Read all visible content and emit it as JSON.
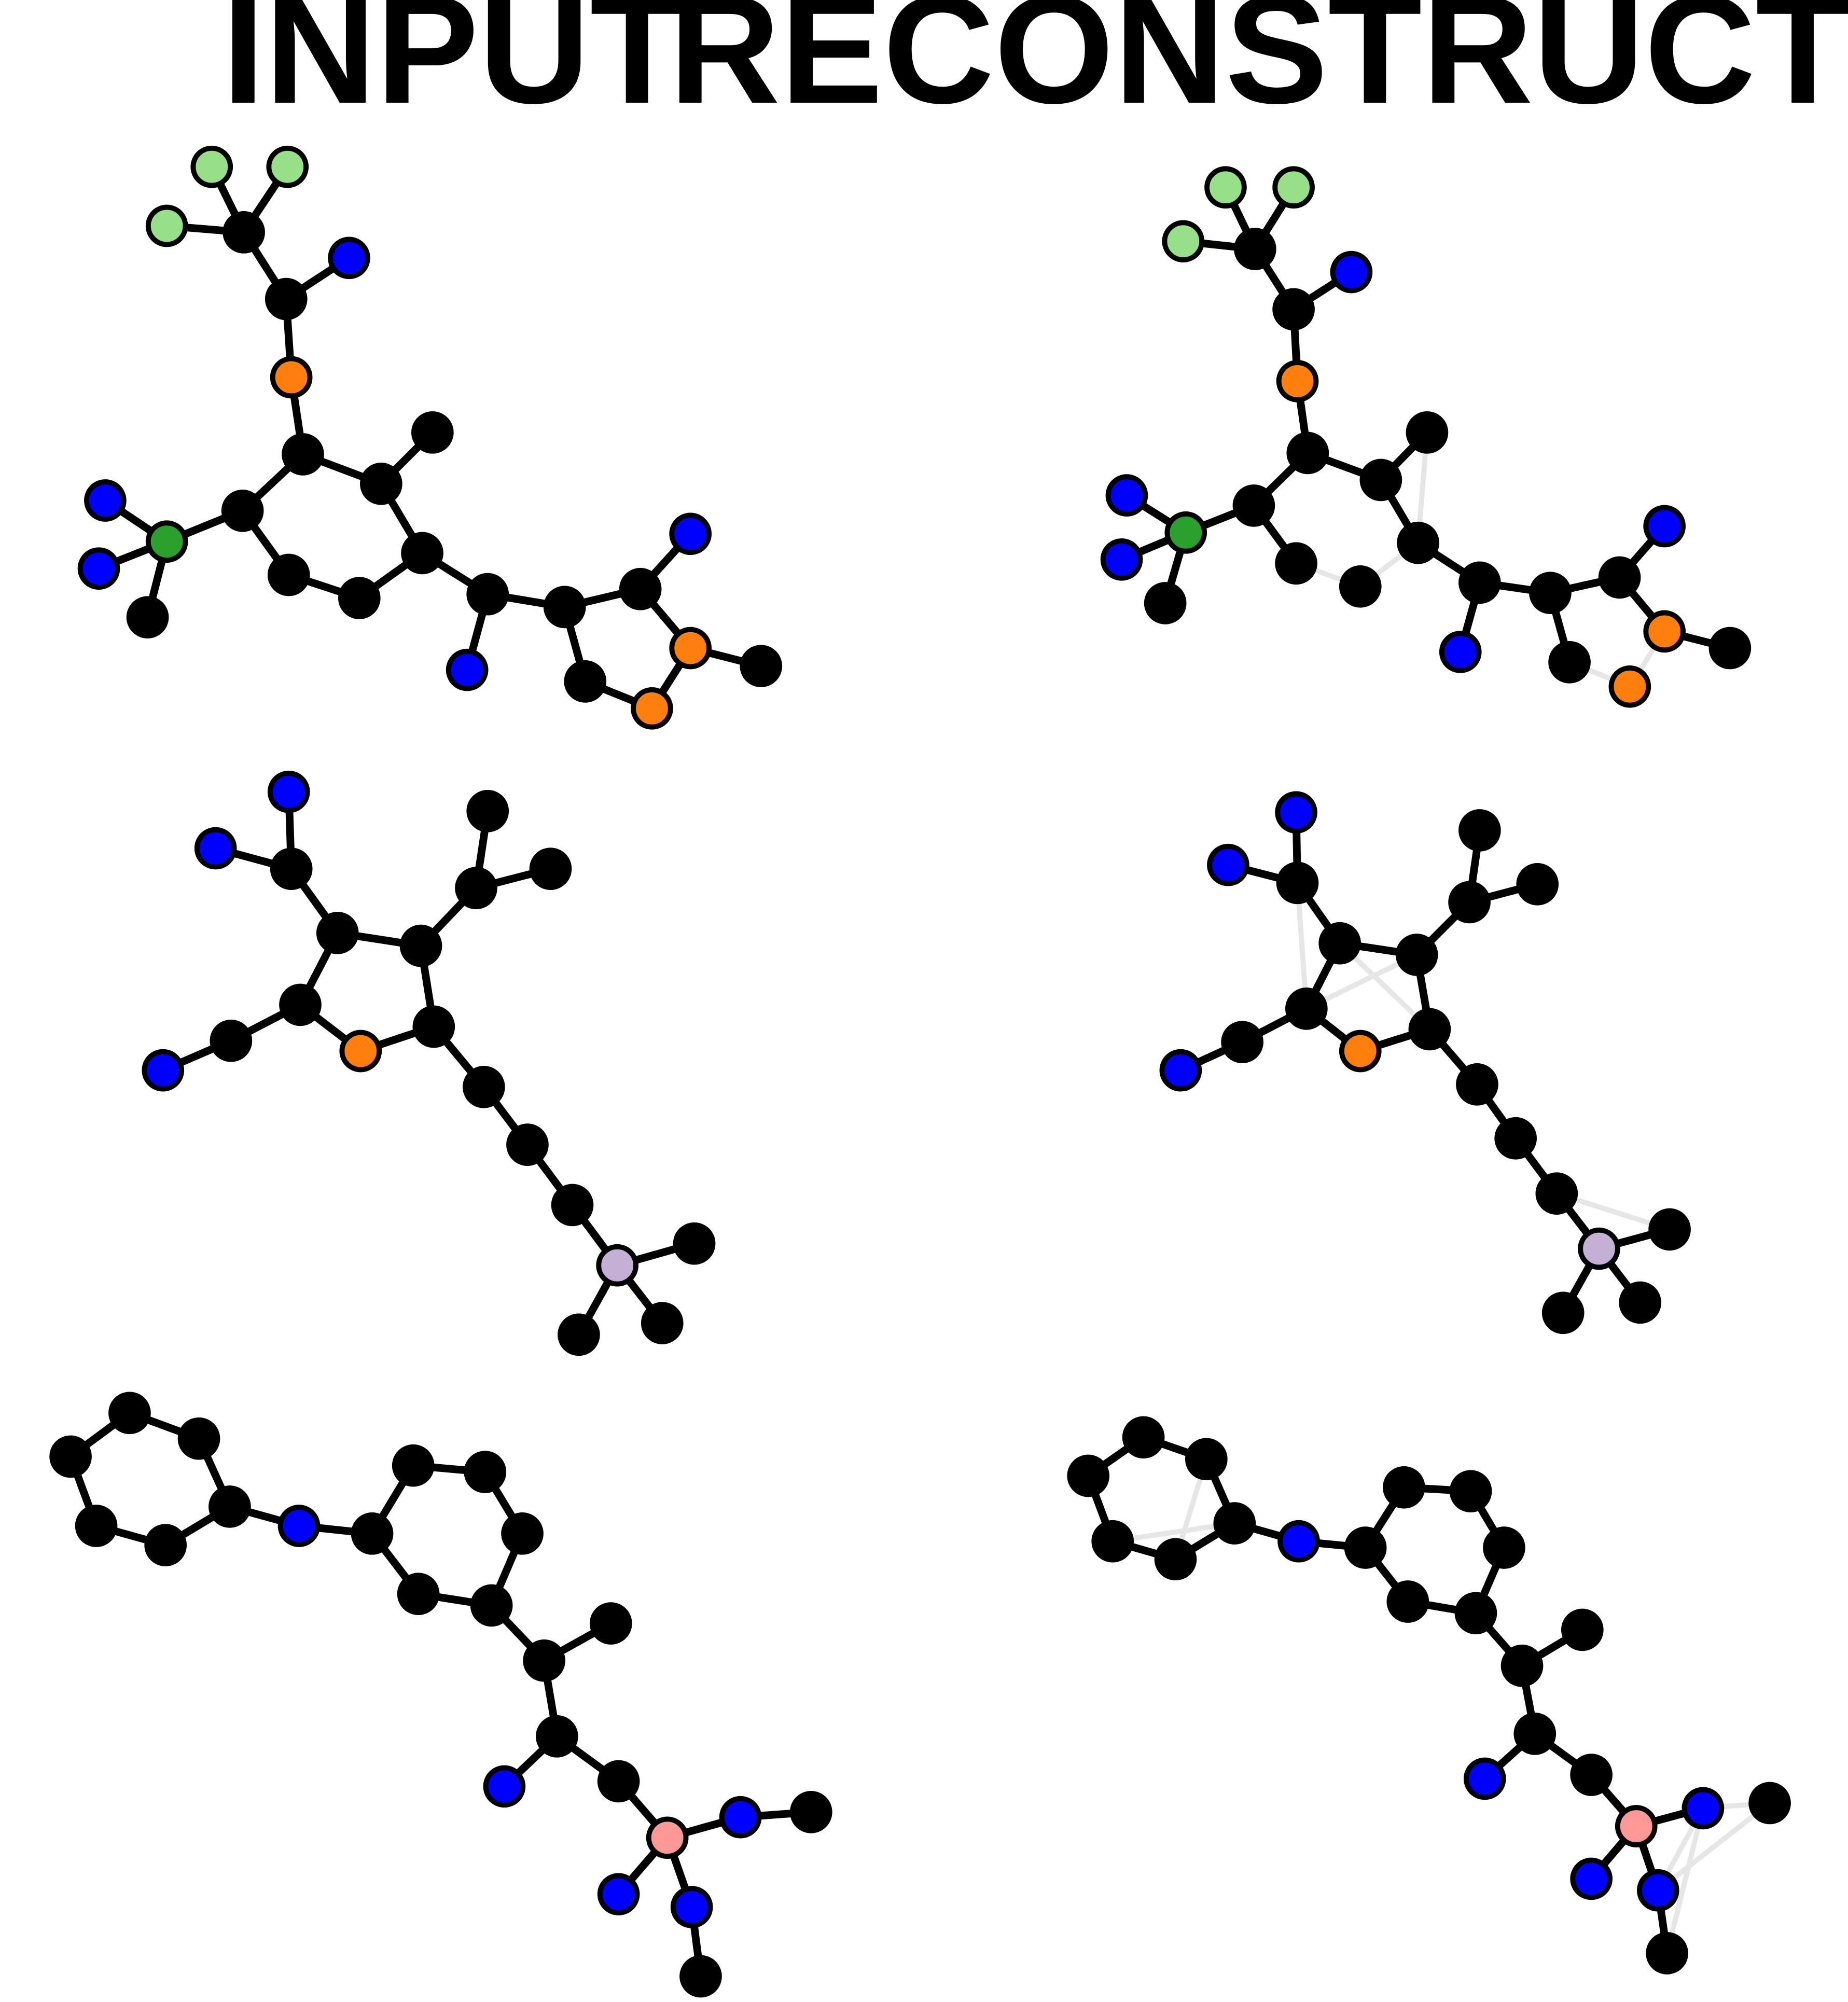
{
  "titles": {
    "input": "INPUT",
    "reconstruction": "RECONSTRUCTION"
  },
  "colors": {
    "C": "#000000",
    "N": "#0000ff",
    "O": "#ff7f0e",
    "F": "#98df8a",
    "Cl": "#2ca02c",
    "Si": "#c5b0d5",
    "P": "#ff9896",
    "bond": "#000000",
    "ghost_bond": "#e6e6e6",
    "background": "#ffffff"
  },
  "molecules": [
    {
      "id": "mol1",
      "atoms": [
        [
          "F",
          165,
          130
        ],
        [
          "F",
          224,
          130
        ],
        [
          "F",
          130,
          176
        ],
        [
          "C",
          190,
          181
        ],
        [
          "N",
          272,
          201
        ],
        [
          "C",
          223,
          233
        ],
        [
          "O",
          227,
          294
        ],
        [
          "C",
          236,
          354
        ],
        [
          "C",
          337,
          337
        ],
        [
          "C",
          297,
          377
        ],
        [
          "N",
          82,
          390
        ],
        [
          "C",
          189,
          398
        ],
        [
          "Cl",
          130,
          422
        ],
        [
          "N",
          77,
          443
        ],
        [
          "C",
          329,
          431
        ],
        [
          "C",
          225,
          448
        ],
        [
          "C",
          280,
          466
        ],
        [
          "C",
          115,
          481
        ],
        [
          "C",
          380,
          463
        ],
        [
          "C",
          440,
          473
        ],
        [
          "N",
          364,
          522
        ],
        [
          "C",
          499,
          459
        ],
        [
          "N",
          538,
          416
        ],
        [
          "O",
          538,
          505
        ],
        [
          "C",
          593,
          519
        ],
        [
          "C",
          456,
          531
        ],
        [
          "O",
          508,
          552
        ]
      ],
      "bonds": [
        [
          0,
          3
        ],
        [
          1,
          3
        ],
        [
          2,
          3
        ],
        [
          3,
          5
        ],
        [
          4,
          5
        ],
        [
          5,
          6
        ],
        [
          6,
          7
        ],
        [
          7,
          9
        ],
        [
          9,
          8
        ],
        [
          9,
          14
        ],
        [
          7,
          11
        ],
        [
          11,
          12
        ],
        [
          12,
          10
        ],
        [
          12,
          13
        ],
        [
          12,
          17
        ],
        [
          11,
          15
        ],
        [
          15,
          16
        ],
        [
          16,
          14
        ],
        [
          14,
          18
        ],
        [
          18,
          20
        ],
        [
          18,
          19
        ],
        [
          19,
          21
        ],
        [
          21,
          22
        ],
        [
          21,
          23
        ],
        [
          23,
          24
        ],
        [
          23,
          26
        ],
        [
          26,
          25
        ],
        [
          25,
          19
        ]
      ],
      "recon": {
        "atoms": [
          [
            "F",
            955,
            146
          ],
          [
            "F",
            1008,
            146
          ],
          [
            "F",
            922,
            188
          ],
          [
            "C",
            978,
            194
          ],
          [
            "N",
            1053,
            212
          ],
          [
            "C",
            1008,
            241
          ],
          [
            "O",
            1011,
            297
          ],
          [
            "C",
            1019,
            353
          ],
          [
            "C",
            1112,
            337
          ],
          [
            "C",
            1076,
            374
          ],
          [
            "N",
            878,
            386
          ],
          [
            "C",
            977,
            394
          ],
          [
            "Cl",
            924,
            415
          ],
          [
            "N",
            874,
            436
          ],
          [
            "C",
            1105,
            423
          ],
          [
            "C",
            1010,
            439
          ],
          [
            "C",
            1060,
            457
          ],
          [
            "C",
            908,
            470
          ],
          [
            "C",
            1153,
            454
          ],
          [
            "C",
            1208,
            462
          ],
          [
            "N",
            1138,
            508
          ],
          [
            "C",
            1262,
            450
          ],
          [
            "N",
            1297,
            410
          ],
          [
            "O",
            1297,
            492
          ],
          [
            "C",
            1348,
            505
          ],
          [
            "C",
            1223,
            516
          ],
          [
            "O",
            1270,
            535
          ]
        ],
        "bonds": [
          [
            0,
            3
          ],
          [
            1,
            3
          ],
          [
            2,
            3
          ],
          [
            3,
            5
          ],
          [
            4,
            5
          ],
          [
            5,
            6
          ],
          [
            6,
            7
          ],
          [
            7,
            9
          ],
          [
            9,
            8
          ],
          [
            9,
            14
          ],
          [
            7,
            11
          ],
          [
            11,
            12
          ],
          [
            12,
            10
          ],
          [
            12,
            13
          ],
          [
            12,
            17
          ],
          [
            11,
            15
          ],
          [
            14,
            18
          ],
          [
            18,
            20
          ],
          [
            18,
            19
          ],
          [
            19,
            21
          ],
          [
            21,
            22
          ],
          [
            21,
            23
          ],
          [
            23,
            24
          ],
          [
            25,
            19
          ]
        ],
        "ghost_bonds": [
          [
            15,
            16
          ],
          [
            16,
            14
          ],
          [
            23,
            26
          ],
          [
            26,
            25
          ],
          [
            9,
            14
          ],
          [
            8,
            14
          ],
          [
            5,
            7
          ]
        ]
      }
    },
    {
      "id": "mol2",
      "atoms": [
        [
          "N",
          225,
          617
        ],
        [
          "C",
          380,
          632
        ],
        [
          "N",
          168,
          661
        ],
        [
          "C",
          227,
          677
        ],
        [
          "C",
          429,
          677
        ],
        [
          "C",
          371,
          692
        ],
        [
          "C",
          263,
          727
        ],
        [
          "C",
          328,
          737
        ],
        [
          "C",
          234,
          783
        ],
        [
          "C",
          338,
          800
        ],
        [
          "C",
          180,
          811
        ],
        [
          "O",
          281,
          819
        ],
        [
          "N",
          127,
          834
        ],
        [
          "C",
          377,
          847
        ],
        [
          "C",
          411,
          892
        ],
        [
          "C",
          446,
          939
        ],
        [
          "Si",
          481,
          986
        ],
        [
          "C",
          541,
          969
        ],
        [
          "C",
          516,
          1031
        ],
        [
          "C",
          451,
          1040
        ]
      ],
      "bonds": [
        [
          0,
          3
        ],
        [
          2,
          3
        ],
        [
          3,
          6
        ],
        [
          6,
          7
        ],
        [
          7,
          5
        ],
        [
          5,
          1
        ],
        [
          5,
          4
        ],
        [
          6,
          8
        ],
        [
          8,
          11
        ],
        [
          11,
          9
        ],
        [
          9,
          7
        ],
        [
          8,
          10
        ],
        [
          10,
          12
        ],
        [
          9,
          13
        ],
        [
          13,
          14
        ],
        [
          14,
          15
        ],
        [
          15,
          16
        ],
        [
          16,
          17
        ],
        [
          16,
          18
        ],
        [
          16,
          19
        ]
      ],
      "recon": {
        "atoms": [
          [
            "N",
            1010,
            633
          ],
          [
            "C",
            1153,
            647
          ],
          [
            "N",
            957,
            674
          ],
          [
            "C",
            1011,
            688
          ],
          [
            "C",
            1198,
            689
          ],
          [
            "C",
            1145,
            703
          ],
          [
            "C",
            1044,
            735
          ],
          [
            "C",
            1104,
            744
          ],
          [
            "C",
            1018,
            786
          ],
          [
            "C",
            1114,
            802
          ],
          [
            "C",
            968,
            812
          ],
          [
            "O",
            1060,
            819
          ],
          [
            "N",
            920,
            834
          ],
          [
            "C",
            1151,
            845
          ],
          [
            "C",
            1181,
            887
          ],
          [
            "C",
            1213,
            930
          ],
          [
            "Si",
            1246,
            973
          ],
          [
            "C",
            1301,
            958
          ],
          [
            "C",
            1278,
            1015
          ],
          [
            "C",
            1218,
            1023
          ]
        ],
        "bonds": [
          [
            0,
            3
          ],
          [
            2,
            3
          ],
          [
            3,
            6
          ],
          [
            6,
            7
          ],
          [
            7,
            5
          ],
          [
            5,
            1
          ],
          [
            5,
            4
          ],
          [
            6,
            8
          ],
          [
            8,
            11
          ],
          [
            11,
            9
          ],
          [
            9,
            7
          ],
          [
            8,
            10
          ],
          [
            10,
            12
          ],
          [
            9,
            13
          ],
          [
            13,
            14
          ],
          [
            14,
            15
          ],
          [
            15,
            16
          ],
          [
            16,
            17
          ],
          [
            16,
            18
          ],
          [
            16,
            19
          ]
        ],
        "ghost_bonds": [
          [
            3,
            8
          ],
          [
            6,
            9
          ],
          [
            8,
            7
          ],
          [
            15,
            17
          ],
          [
            14,
            16
          ]
        ]
      }
    },
    {
      "id": "mol3",
      "atoms": [
        [
          "C",
          101,
          1101
        ],
        [
          "C",
          155,
          1121
        ],
        [
          "C",
          55,
          1135
        ],
        [
          "C",
          322,
          1142
        ],
        [
          "C",
          378,
          1147
        ],
        [
          "C",
          179,
          1174
        ],
        [
          "N",
          233,
          1189
        ],
        [
          "C",
          75,
          1189
        ],
        [
          "C",
          290,
          1195
        ],
        [
          "C",
          407,
          1195
        ],
        [
          "C",
          129,
          1204
        ],
        [
          "C",
          326,
          1242
        ],
        [
          "C",
          383,
          1251
        ],
        [
          "C",
          476,
          1265
        ],
        [
          "C",
          424,
          1294
        ],
        [
          "C",
          434,
          1353
        ],
        [
          "C",
          482,
          1388
        ],
        [
          "N",
          393,
          1392
        ],
        [
          "C",
          632,
          1412
        ],
        [
          "N",
          577,
          1416
        ],
        [
          "P",
          520,
          1432
        ],
        [
          "N",
          482,
          1476
        ],
        [
          "N",
          539,
          1486
        ],
        [
          "C",
          546,
          1540
        ]
      ],
      "bonds": [
        [
          0,
          1
        ],
        [
          1,
          5
        ],
        [
          0,
          2
        ],
        [
          2,
          7
        ],
        [
          7,
          10
        ],
        [
          10,
          5
        ],
        [
          5,
          6
        ],
        [
          6,
          8
        ],
        [
          8,
          3
        ],
        [
          3,
          4
        ],
        [
          4,
          9
        ],
        [
          9,
          12
        ],
        [
          12,
          11
        ],
        [
          11,
          8
        ],
        [
          12,
          14
        ],
        [
          14,
          13
        ],
        [
          14,
          15
        ],
        [
          15,
          17
        ],
        [
          15,
          16
        ],
        [
          16,
          20
        ],
        [
          20,
          19
        ],
        [
          19,
          18
        ],
        [
          20,
          21
        ],
        [
          20,
          22
        ],
        [
          22,
          23
        ]
      ],
      "recon": {
        "atoms": [
          [
            "C",
            891,
            1120
          ],
          [
            "C",
            940,
            1137
          ],
          [
            "C",
            848,
            1150
          ],
          [
            "C",
            1094,
            1159
          ],
          [
            "C",
            1146,
            1162
          ],
          [
            "C",
            962,
            1187
          ],
          [
            "N",
            1012,
            1201
          ],
          [
            "C",
            867,
            1201
          ],
          [
            "C",
            1064,
            1206
          ],
          [
            "C",
            1172,
            1206
          ],
          [
            "C",
            916,
            1215
          ],
          [
            "C",
            1097,
            1248
          ],
          [
            "C",
            1150,
            1257
          ],
          [
            "C",
            1233,
            1270
          ],
          [
            "C",
            1186,
            1298
          ],
          [
            "C",
            1196,
            1351
          ],
          [
            "C",
            1240,
            1383
          ],
          [
            "N",
            1157,
            1386
          ],
          [
            "C",
            1379,
            1405
          ],
          [
            "N",
            1327,
            1409
          ],
          [
            "P",
            1275,
            1423
          ],
          [
            "N",
            1240,
            1464
          ],
          [
            "N",
            1292,
            1473
          ],
          [
            "C",
            1299,
            1522
          ]
        ],
        "bonds": [
          [
            0,
            1
          ],
          [
            1,
            5
          ],
          [
            0,
            2
          ],
          [
            2,
            7
          ],
          [
            7,
            10
          ],
          [
            10,
            5
          ],
          [
            5,
            6
          ],
          [
            6,
            8
          ],
          [
            8,
            3
          ],
          [
            3,
            4
          ],
          [
            4,
            9
          ],
          [
            9,
            12
          ],
          [
            12,
            11
          ],
          [
            11,
            8
          ],
          [
            12,
            14
          ],
          [
            14,
            13
          ],
          [
            14,
            15
          ],
          [
            15,
            17
          ],
          [
            15,
            16
          ],
          [
            16,
            20
          ],
          [
            20,
            19
          ],
          [
            20,
            21
          ],
          [
            20,
            22
          ],
          [
            22,
            23
          ]
        ],
        "ghost_bonds": [
          [
            19,
            18
          ],
          [
            18,
            22
          ],
          [
            22,
            19
          ],
          [
            7,
            5
          ],
          [
            1,
            10
          ],
          [
            19,
            23
          ]
        ]
      }
    }
  ]
}
